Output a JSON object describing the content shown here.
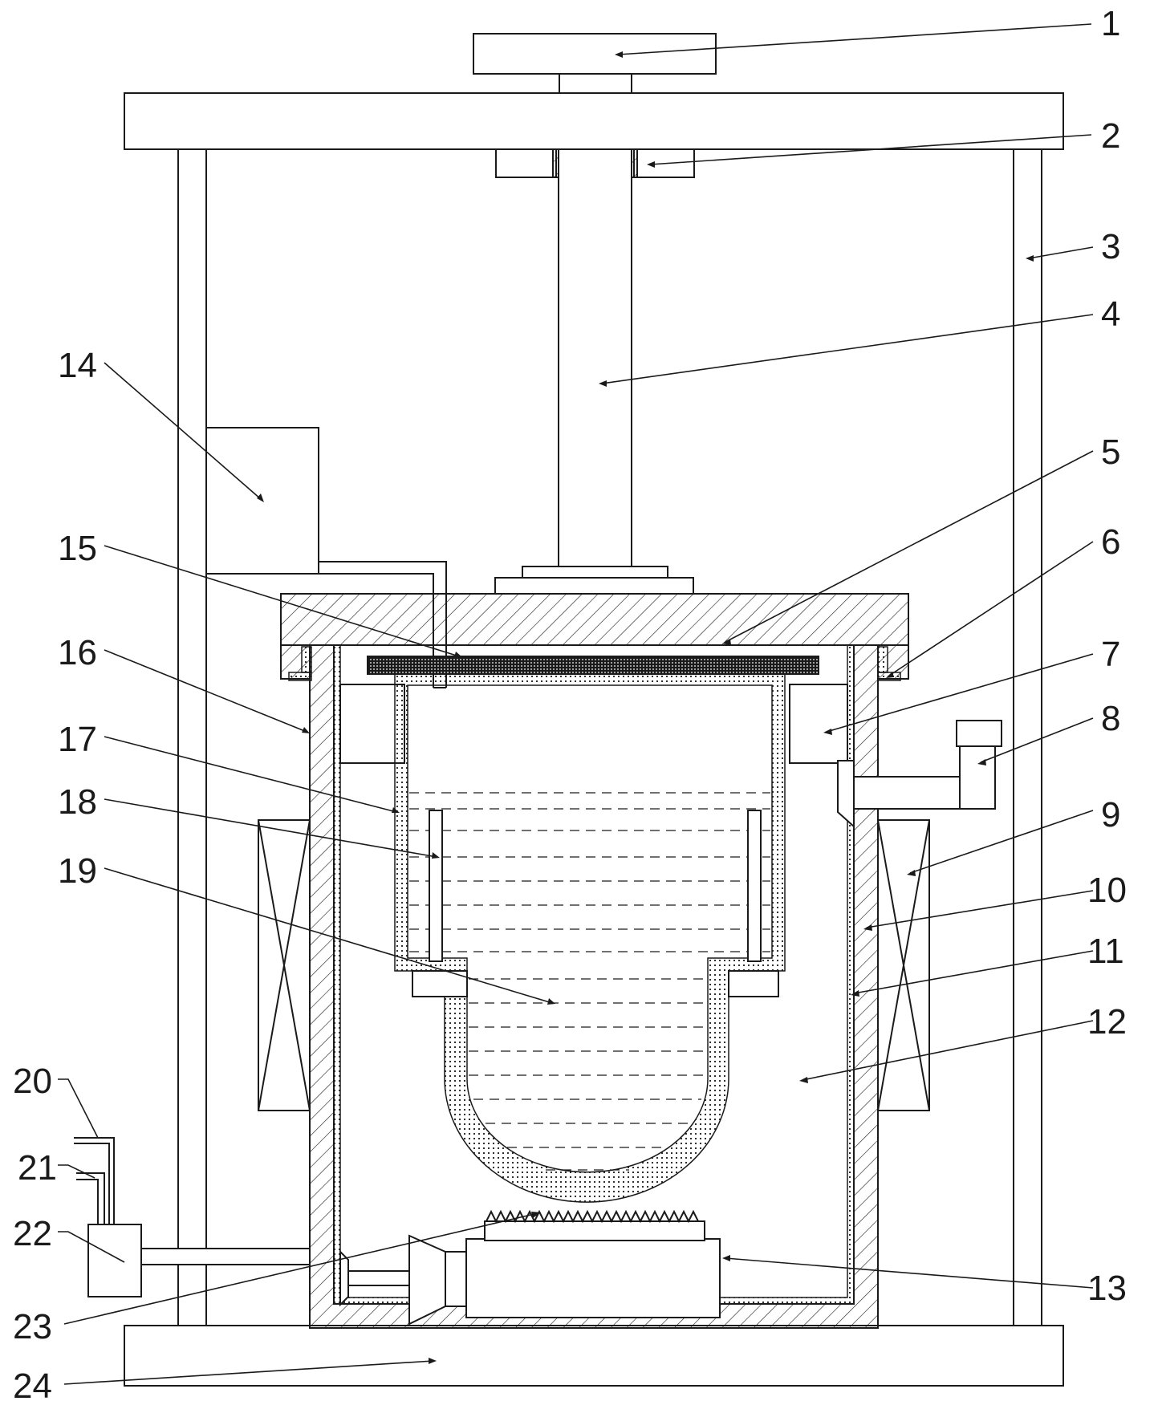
{
  "callouts": [
    {
      "id": "1",
      "label": "1"
    },
    {
      "id": "2",
      "label": "2"
    },
    {
      "id": "3",
      "label": "3"
    },
    {
      "id": "4",
      "label": "4"
    },
    {
      "id": "5",
      "label": "5"
    },
    {
      "id": "6",
      "label": "6"
    },
    {
      "id": "7",
      "label": "7"
    },
    {
      "id": "8",
      "label": "8"
    },
    {
      "id": "9",
      "label": "9"
    },
    {
      "id": "10",
      "label": "10"
    },
    {
      "id": "11",
      "label": "11"
    },
    {
      "id": "12",
      "label": "12"
    },
    {
      "id": "13",
      "label": "13"
    },
    {
      "id": "14",
      "label": "14"
    },
    {
      "id": "15",
      "label": "15"
    },
    {
      "id": "16",
      "label": "16"
    },
    {
      "id": "17",
      "label": "17"
    },
    {
      "id": "18",
      "label": "18"
    },
    {
      "id": "19",
      "label": "19"
    },
    {
      "id": "20",
      "label": "20"
    },
    {
      "id": "21",
      "label": "21"
    },
    {
      "id": "22",
      "label": "22"
    },
    {
      "id": "23",
      "label": "23"
    },
    {
      "id": "24",
      "label": "24"
    }
  ],
  "colors": {
    "line": "#1a1a1a",
    "background": "#ffffff"
  }
}
